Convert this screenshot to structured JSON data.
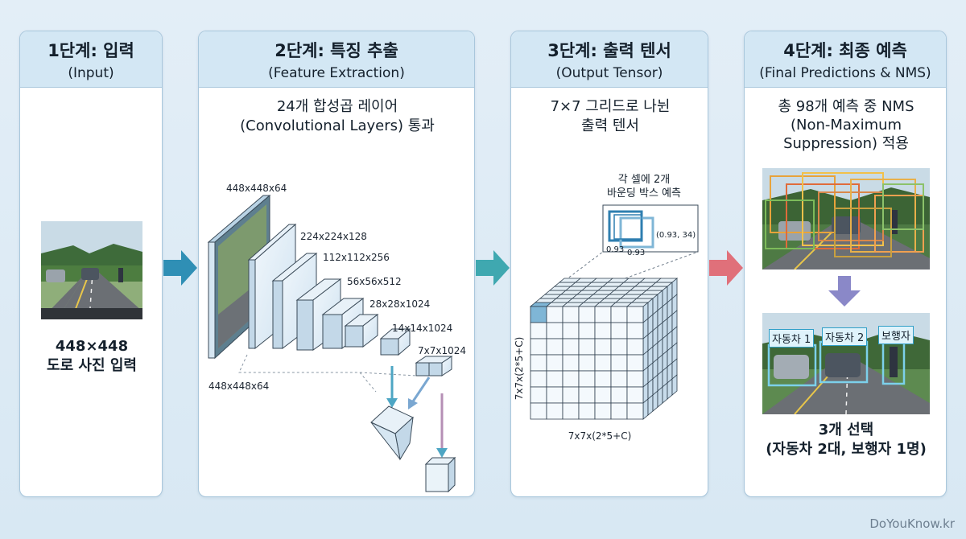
{
  "steps": [
    {
      "title": "1단계: 입력",
      "subtitle": "(Input)",
      "caption_line1": "448×448",
      "caption_line2": "도로 사진 입력"
    },
    {
      "title": "2단계: 특징 추출",
      "subtitle": "(Feature Extraction)",
      "desc_line1": "24개 합성곱 레이어",
      "desc_line2": "(Convolutional Layers) 통과",
      "layers": [
        "448x448x64",
        "224x224x128",
        "112x112x256",
        "56x56x512",
        "28x28x1024",
        "14x14x1024",
        "7x7x1024"
      ],
      "bottom_label": "448x448x64",
      "fc_label": "7x7x1024"
    },
    {
      "title": "3단계: 출력 텐서",
      "subtitle": "(Output Tensor)",
      "desc_line1": "7×7 그리드로 나뉜",
      "desc_line2": "출력 텐서",
      "callout_line1": "각 셀에 2개",
      "callout_line2": "바운딩 박스 예측",
      "box_val1": "0.93",
      "box_val2": "0.93",
      "box_val3": "(0.93, 34)",
      "axis_side": "7x7x(2*5+C)",
      "axis_bottom": "7x7x(2*5+C)"
    },
    {
      "title": "4단계: 최종 예측",
      "subtitle": "(Final Predictions & NMS)",
      "desc_line1": "총 98개 예측 중 NMS",
      "desc_line2": "(Non-Maximum",
      "desc_line3": "Suppression) 적용",
      "det1": "자동차 1",
      "det2": "자동차 2",
      "det3": "보행자",
      "result_line1": "3개 선택",
      "result_line2": "(자동차 2대, 보행자 1명)"
    }
  ],
  "watermark": "DoYouKnow.kr",
  "colors": {
    "header_bg": "#d3e7f4",
    "panel_border": "#a9c7dc",
    "arrow1": "#2f8fb5",
    "arrow2": "#3fa8b0",
    "arrow3": "#e0707a",
    "arrow_down": "#8a88c8",
    "cell_highlight": "#7fb6d6",
    "box_outline": "#2f7fb0",
    "det_box": "#7cd0ea"
  },
  "icons": [
    "right-arrow-icon",
    "down-arrow-icon"
  ]
}
